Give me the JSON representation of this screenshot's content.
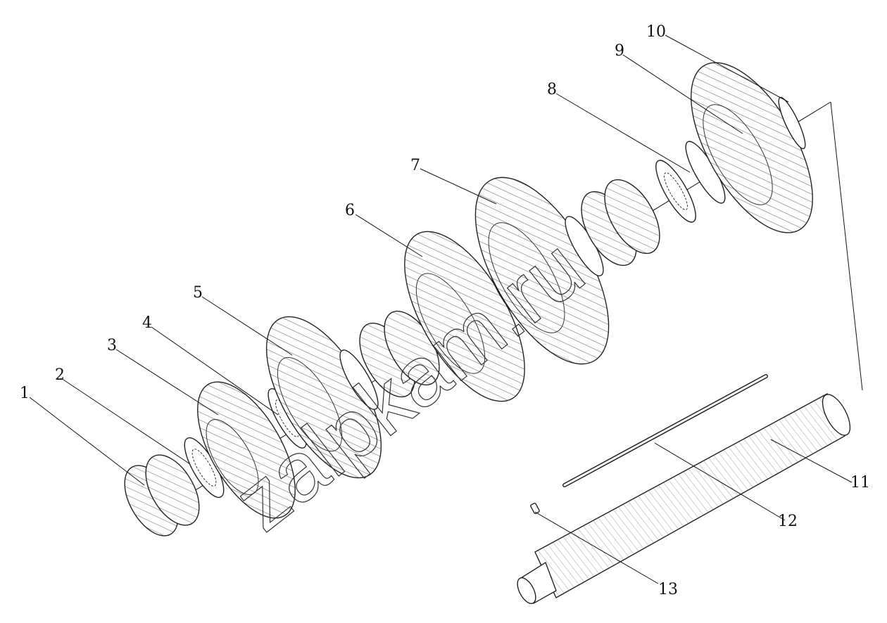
{
  "diagram": {
    "callouts": [
      "1",
      "2",
      "3",
      "4",
      "5",
      "6",
      "7",
      "8",
      "9",
      "10",
      "11",
      "12",
      "13"
    ],
    "watermark": "zalpkam.ru"
  }
}
